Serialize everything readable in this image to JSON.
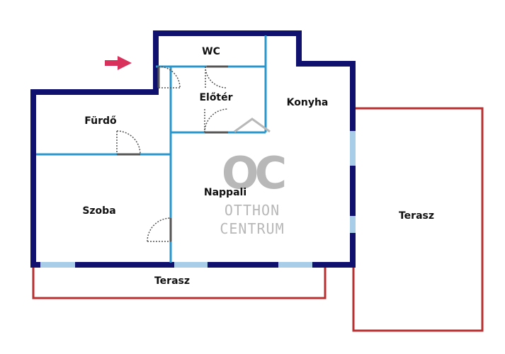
{
  "floorplan": {
    "rooms": {
      "wc": "WC",
      "eloter": "Előtér",
      "konyha": "Konyha",
      "furdo": "Fürdő",
      "nappali": "Nappali",
      "szoba": "Szoba",
      "terasz_bottom": "Terasz",
      "terasz_right": "Terasz"
    },
    "logo": {
      "monogram": "OC",
      "line1": "OTTHON",
      "line2": "CENTRUM"
    },
    "colors": {
      "exterior_wall": "#10106e",
      "interior_wall": "#2a97cc",
      "terrace_outline": "#b83030",
      "window": "#a8cde8",
      "door": "#555555",
      "entrance_arrow": "#d8315b",
      "watermark": "#b8b8b8"
    }
  }
}
